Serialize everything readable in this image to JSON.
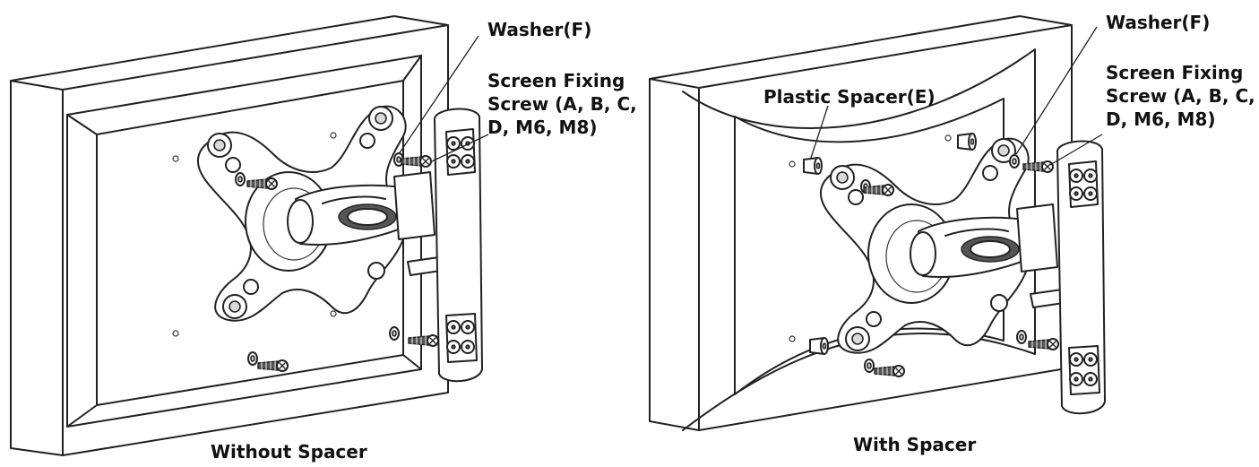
{
  "diagrams": [
    {
      "id": "without",
      "caption": "Without Spacer",
      "labels": {
        "washer": "Washer(F)",
        "screw_line1": "Screen Fixing",
        "screw_line2": "Screw (A, B, C,",
        "screw_line3": "D, M6, M8)"
      }
    },
    {
      "id": "with",
      "caption": "With Spacer",
      "labels": {
        "spacer": "Plastic Spacer(E)",
        "washer": "Washer(F)",
        "screw_line1": "Screen Fixing",
        "screw_line2": "Screw (A, B, C,",
        "screw_line3": "D, M6, M8)"
      }
    }
  ]
}
